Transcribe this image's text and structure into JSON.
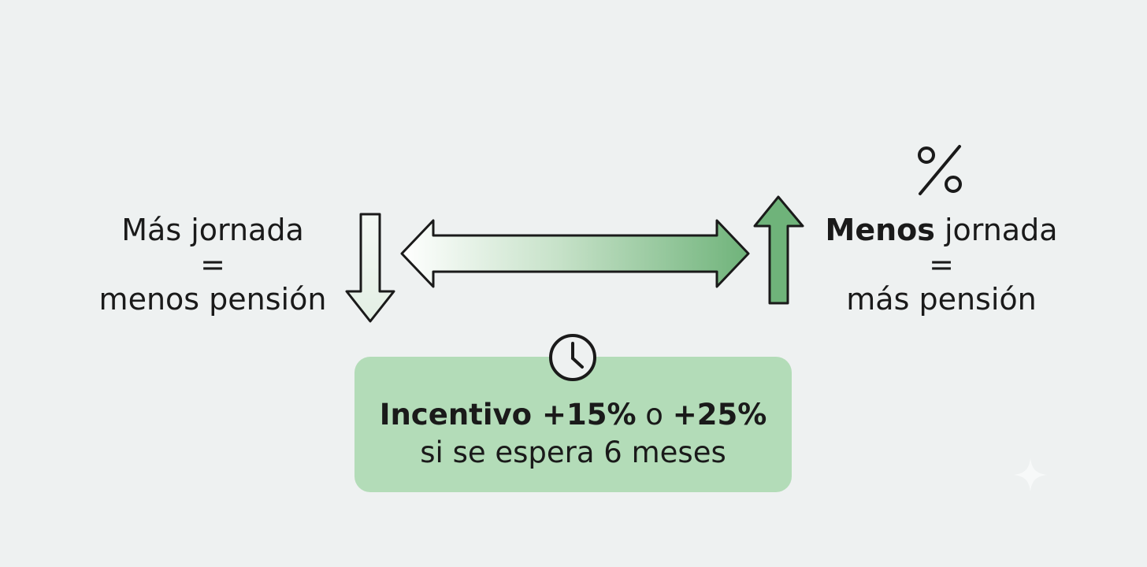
{
  "left": {
    "line1": "Más jornada",
    "line2": "=",
    "line3": "menos pensión"
  },
  "right": {
    "line1_bold": "Menos",
    "line1_rest": " jornada",
    "line2": "=",
    "line3": "más pensión"
  },
  "incentive": {
    "bold_a": "Incentivo +15%",
    "middle": " o ",
    "bold_b": "+25%",
    "line2": "si se espera 6 meses"
  },
  "icons": {
    "percent": "percent-icon",
    "clock": "clock-icon",
    "down_arrow": "down-arrow-icon",
    "up_arrow": "up-arrow-icon",
    "double_arrow": "double-arrow-icon",
    "sparkle": "sparkle-icon"
  },
  "colors": {
    "background": "#eef1f1",
    "incentive_box": "#b3dcb8",
    "arrow_green": "#6fb37a",
    "arrow_light": "#e3efe4",
    "stroke": "#1a1a1a"
  }
}
